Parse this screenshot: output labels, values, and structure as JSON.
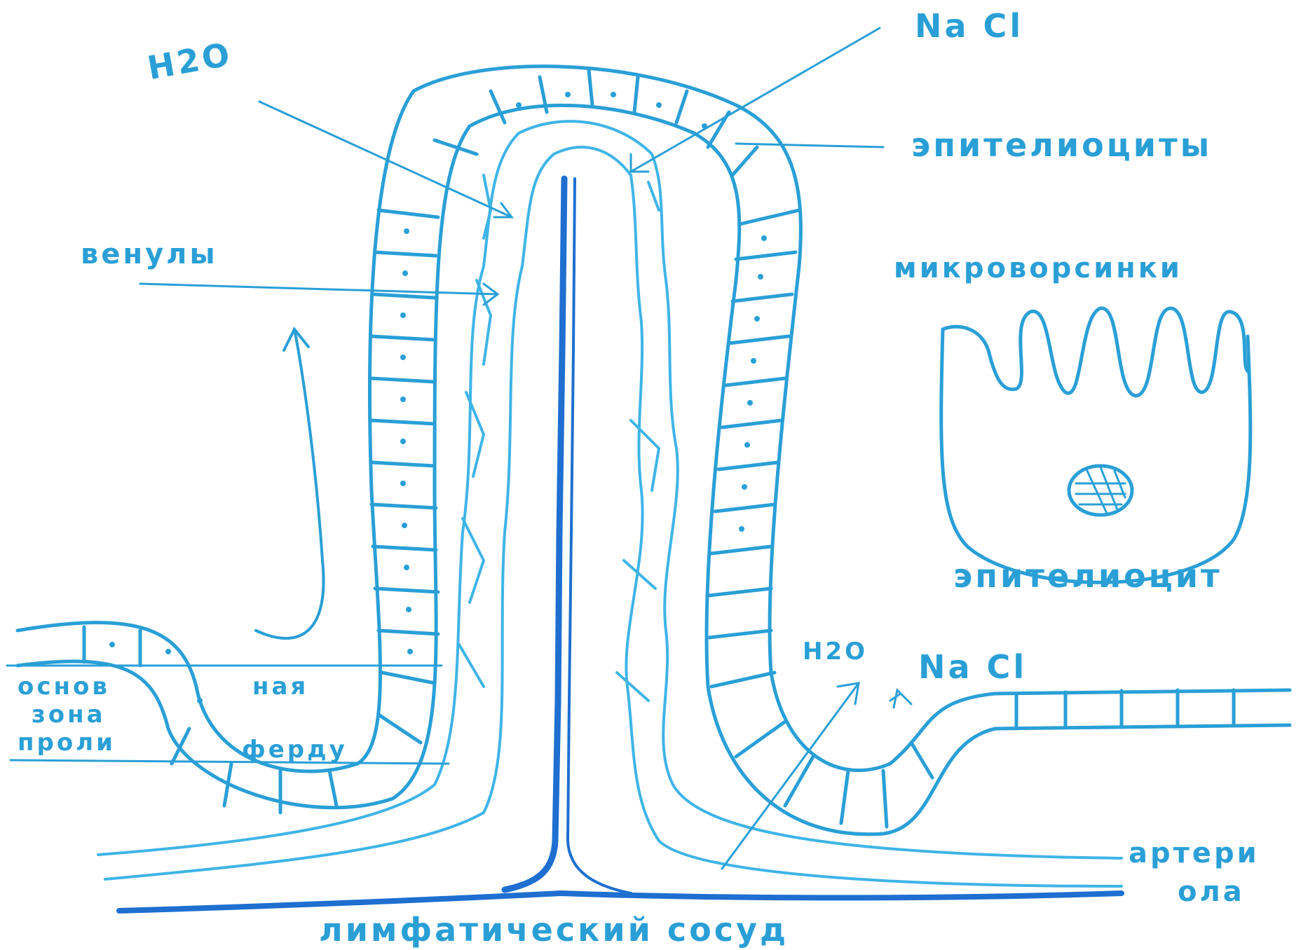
{
  "labels": {
    "h2o_top": "H2O",
    "nacl_top": "Na Cl",
    "epitheliocytes": "эпителиоциты",
    "venules": "венулы",
    "microvilli": "микроворсинки",
    "epitheliocyte": "эпителиоцит",
    "basal_line1": "основ",
    "basal_line2": "зона",
    "basal_line3": "проли",
    "basal_right1": "ная",
    "basal_right2": "ферду",
    "h2o_bottom": "H2O",
    "nacl_bottom": "Na Cl",
    "arteriole_line1": "артери",
    "arteriole_line2": "ола",
    "lymphatic": "лимфатический сосуд"
  },
  "colors": {
    "ink": "#2a9fd6",
    "ink_dark": "#1e6fd0",
    "ink_light": "#3fb4e6",
    "background": "#ffffff"
  }
}
